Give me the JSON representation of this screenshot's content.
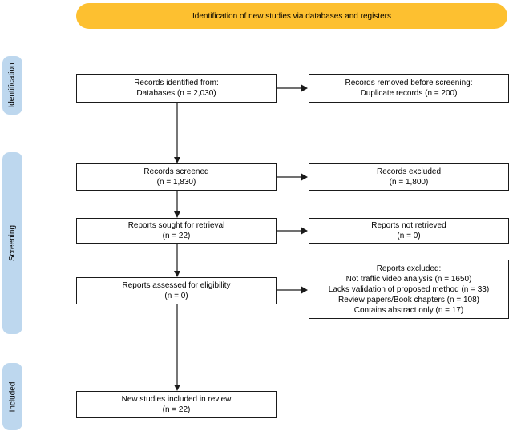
{
  "banner": {
    "label": "Identification of new studies via databases and registers",
    "bg_color": "#FDC030"
  },
  "sidebar": {
    "bg_color": "#BDD7EE",
    "stages": [
      {
        "label": "Identification"
      },
      {
        "label": "Screening"
      },
      {
        "label": "Included"
      }
    ]
  },
  "boxes": {
    "records_identified": {
      "line1": "Records identified from:",
      "line2": "Databases (n = 2,030)"
    },
    "records_removed": {
      "line1": "Records removed before screening:",
      "line2": "Duplicate records (n = 200)"
    },
    "records_screened": {
      "line1": "Records screened",
      "line2": "(n = 1,830)"
    },
    "records_excluded": {
      "line1": "Records excluded",
      "line2": "(n = 1,800)"
    },
    "reports_sought": {
      "line1": "Reports sought for retrieval",
      "line2": "(n = 22)"
    },
    "reports_not_retrieved": {
      "line1": "Reports not retrieved",
      "line2": "(n = 0)"
    },
    "reports_assessed": {
      "line1": "Reports assessed for eligibility",
      "line2": "(n = 0)"
    },
    "reports_excluded": {
      "title": "Reports excluded:",
      "items": [
        "Not traffic video analysis (n = 1650)",
        "Lacks validation of proposed method (n = 33)",
        "Review papers/Book chapters (n = 108)",
        "Contains abstract only (n = 17)"
      ]
    },
    "studies_included": {
      "line1": "New studies included in review",
      "line2": "(n = 22)"
    }
  }
}
